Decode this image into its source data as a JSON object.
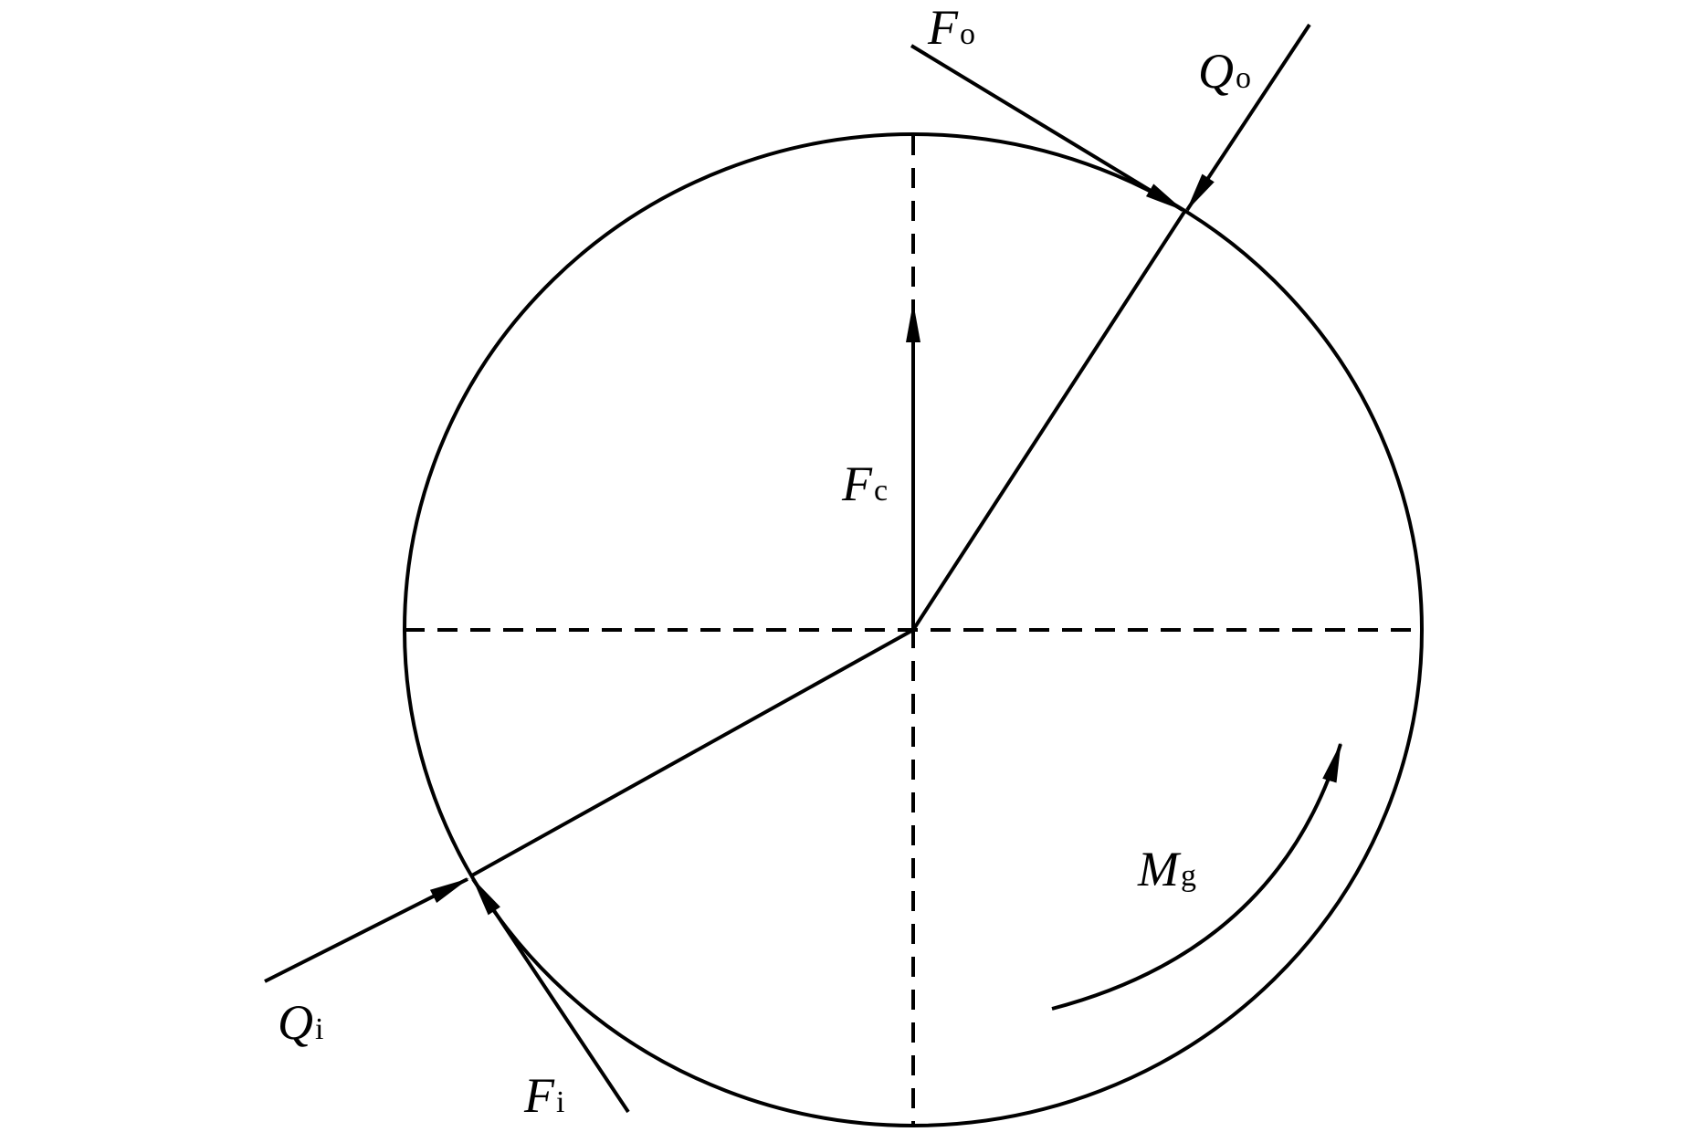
{
  "diagram": {
    "labels": {
      "fo": {
        "main": "F",
        "sub": "o"
      },
      "qo": {
        "main": "Q",
        "sub": "o"
      },
      "fc": {
        "main": "F",
        "sub": "c"
      },
      "mg": {
        "main": "M",
        "sub": "g"
      },
      "qi": {
        "main": "Q",
        "sub": "i"
      },
      "fi": {
        "main": "F",
        "sub": "i"
      }
    },
    "colors": {
      "stroke": "#000000",
      "background": "#ffffff"
    }
  }
}
